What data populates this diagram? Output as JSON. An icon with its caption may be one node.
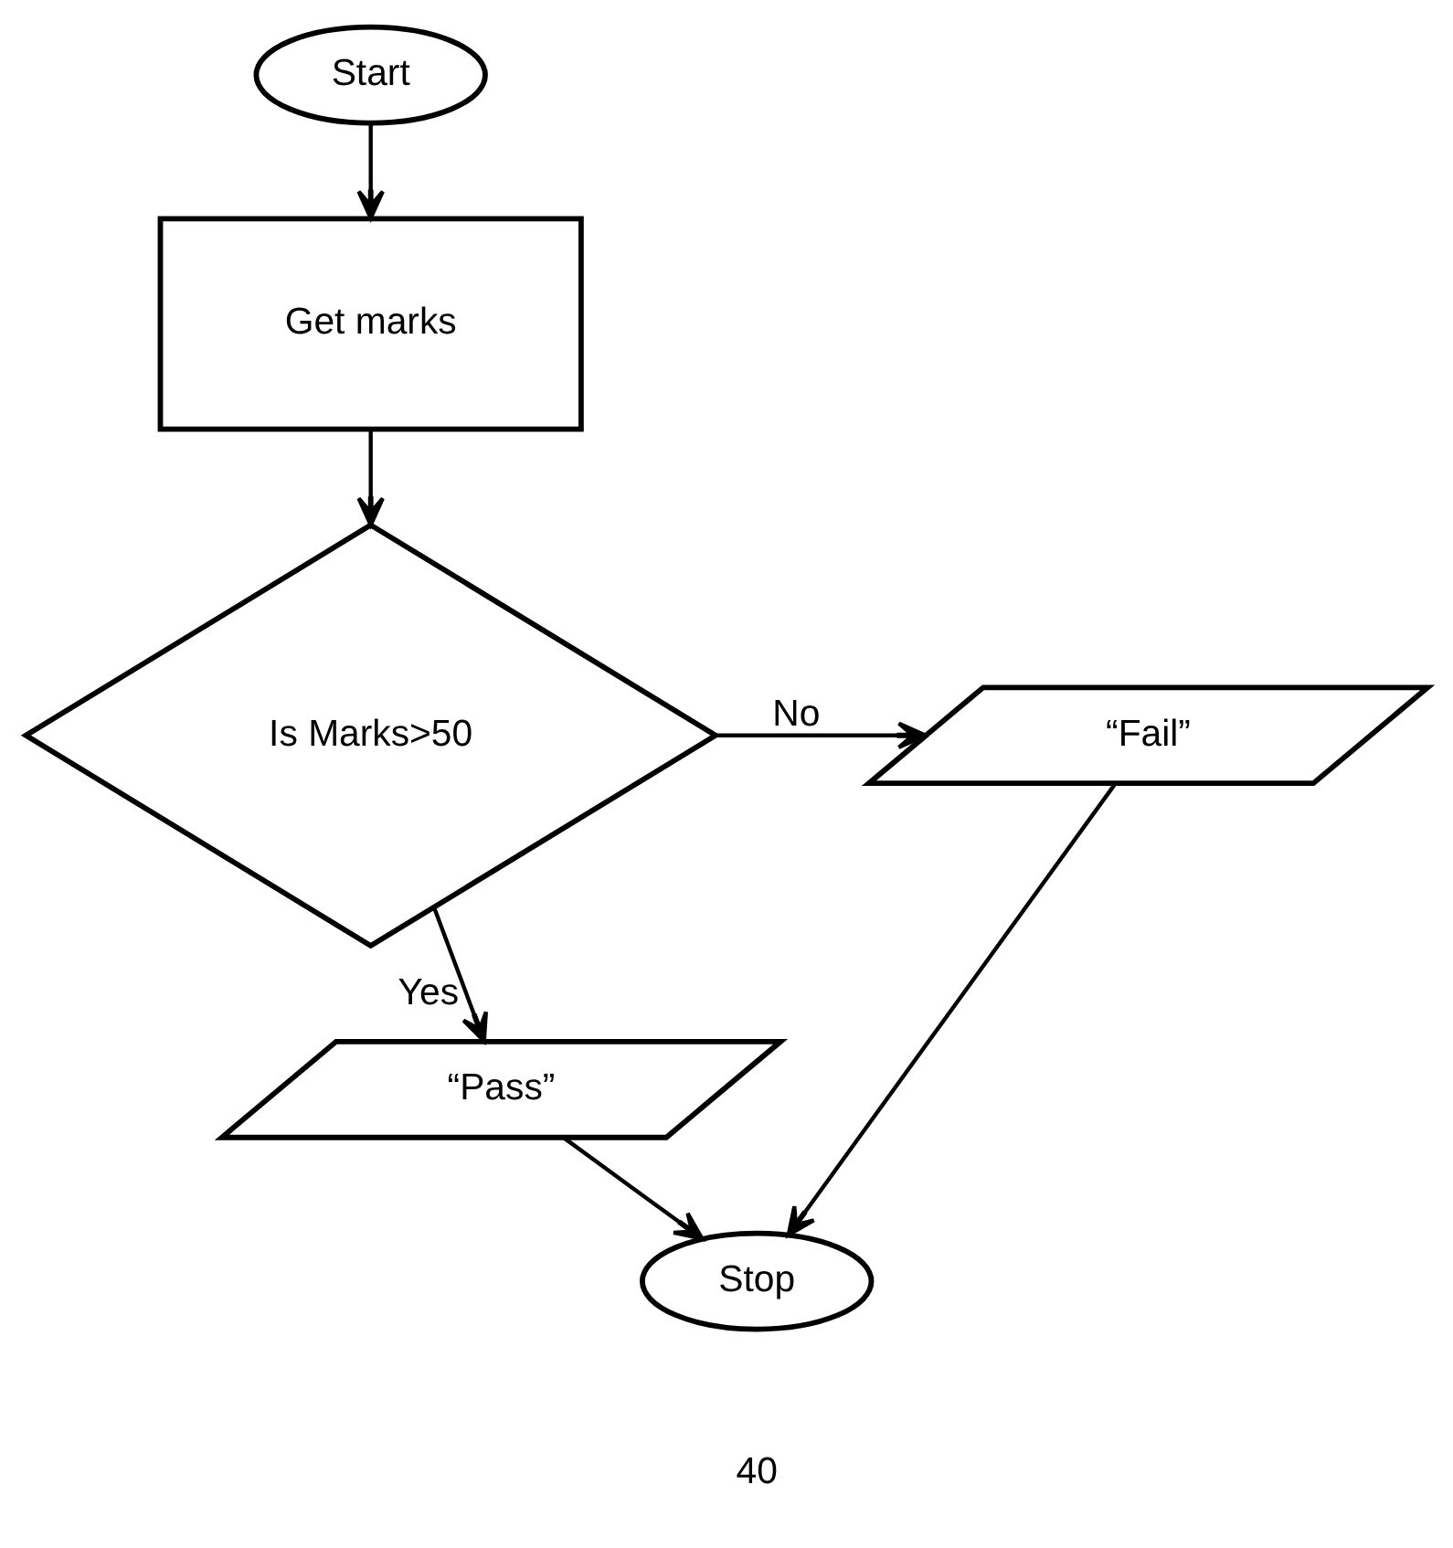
{
  "diagram": {
    "nodes": [
      {
        "text": [
          "Start"
        ]
      },
      {
        "text": [
          "Get marks"
        ]
      },
      {
        "text": [
          "Is Marks>50"
        ]
      },
      {
        "text": [
          "“Fail”"
        ]
      },
      {
        "text": [
          "“Pass”"
        ]
      },
      {
        "text": [
          "Stop"
        ]
      }
    ],
    "edges": [
      {
        "from": 0,
        "to": 1,
        "arrow": "to"
      },
      {
        "from": 1,
        "to": 2,
        "arrow": "to"
      },
      {
        "from": 2,
        "to": 3,
        "arrow": "to",
        "label": "No"
      },
      {
        "from": 2,
        "to": 4,
        "arrow": "to",
        "label": "Yes"
      },
      {
        "from": 4,
        "to": 5,
        "arrow": "to"
      },
      {
        "from": 3,
        "to": 5,
        "arrow": "to"
      }
    ],
    "labels": [
      "40"
    ]
  }
}
